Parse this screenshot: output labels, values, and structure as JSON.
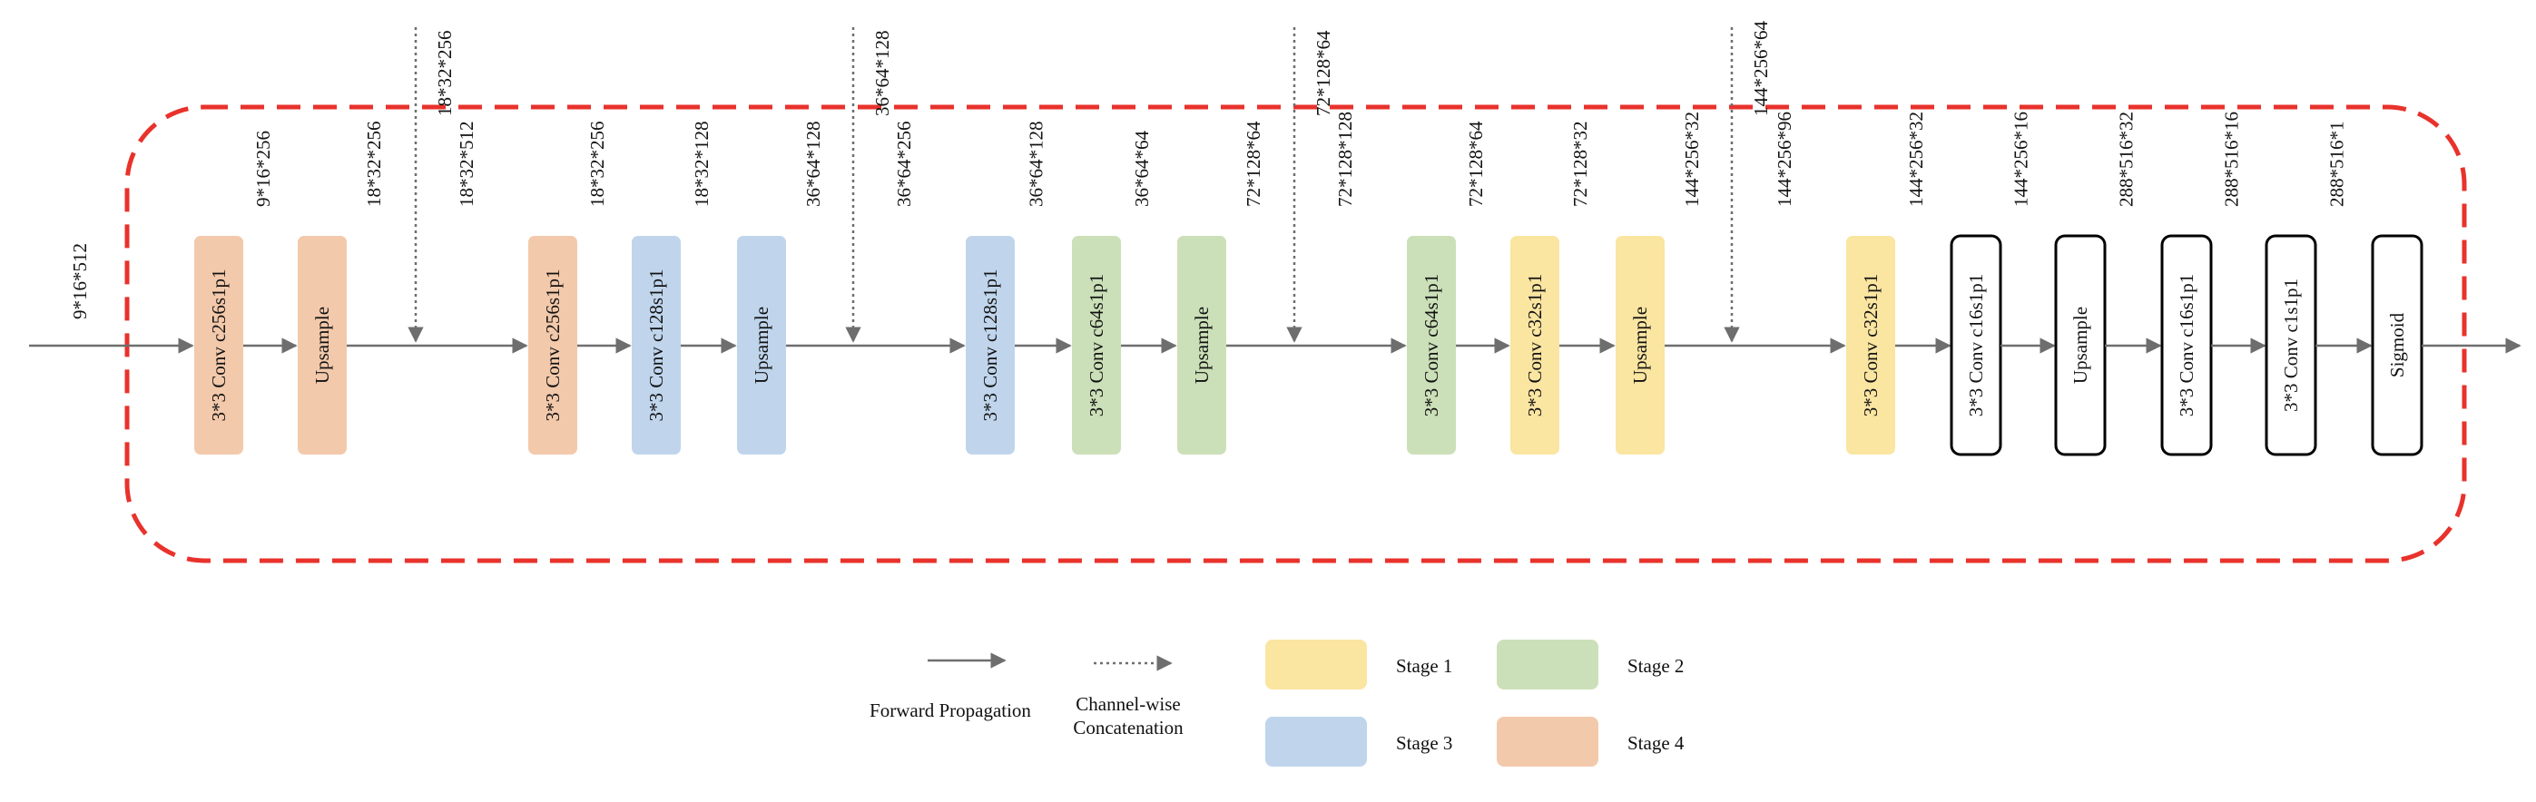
{
  "colors": {
    "stage1": "#FAE5A1",
    "stage2": "#CBE0B8",
    "stage3": "#C0D5EC",
    "stage4": "#F3C9AB",
    "plain_fill": "#FFFFFF",
    "plain_stroke": "#000000",
    "frame": "#E8322B",
    "arrow": "#6E6E6E"
  },
  "input_label": "9*16*512",
  "blocks": [
    {
      "label": "3*3 Conv c256s1p1",
      "stage": "stage4",
      "out": "9*16*256"
    },
    {
      "label": "Upsample",
      "stage": "stage4",
      "out": "18*32*256"
    },
    {
      "label": "3*3 Conv c256s1p1",
      "stage": "stage4",
      "in": "18*32*512",
      "out": "18*32*256"
    },
    {
      "label": "3*3 Conv c128s1p1",
      "stage": "stage3",
      "out": "18*32*128"
    },
    {
      "label": "Upsample",
      "stage": "stage3",
      "out": "36*64*128"
    },
    {
      "label": "3*3 Conv c128s1p1",
      "stage": "stage3",
      "in": "36*64*256",
      "out": "36*64*128"
    },
    {
      "label": "3*3 Conv c64s1p1",
      "stage": "stage2",
      "out": "36*64*64"
    },
    {
      "label": "Upsample",
      "stage": "stage2",
      "out": "72*128*64"
    },
    {
      "label": "3*3 Conv c64s1p1",
      "stage": "stage2",
      "in": "72*128*128",
      "out": "72*128*64"
    },
    {
      "label": "3*3 Conv c32s1p1",
      "stage": "stage1",
      "out": "72*128*32"
    },
    {
      "label": "Upsample",
      "stage": "stage1",
      "out": "144*256*32"
    },
    {
      "label": "3*3 Conv c32s1p1",
      "stage": "stage1",
      "in": "144*256*96",
      "out": "144*256*32"
    },
    {
      "label": "3*3 Conv c16s1p1",
      "stage": "plain",
      "out": "144*256*16"
    },
    {
      "label": "Upsample",
      "stage": "plain",
      "out": "288*516*32"
    },
    {
      "label": "3*3 Conv c16s1p1",
      "stage": "plain",
      "out": "288*516*16"
    },
    {
      "label": "3*3 Conv c1s1p1",
      "stage": "plain",
      "out": "288*516*1"
    },
    {
      "label": "Sigmoid",
      "stage": "plain"
    }
  ],
  "skips": [
    "18*32*256",
    "36*64*128",
    "72*128*64",
    "144*256*64"
  ],
  "legend": {
    "forward": "Forward Propagation",
    "concat_line1": "Channel-wise",
    "concat_line2": "Concatenation",
    "stage1": "Stage 1",
    "stage2": "Stage 2",
    "stage3": "Stage 3",
    "stage4": "Stage 4"
  }
}
